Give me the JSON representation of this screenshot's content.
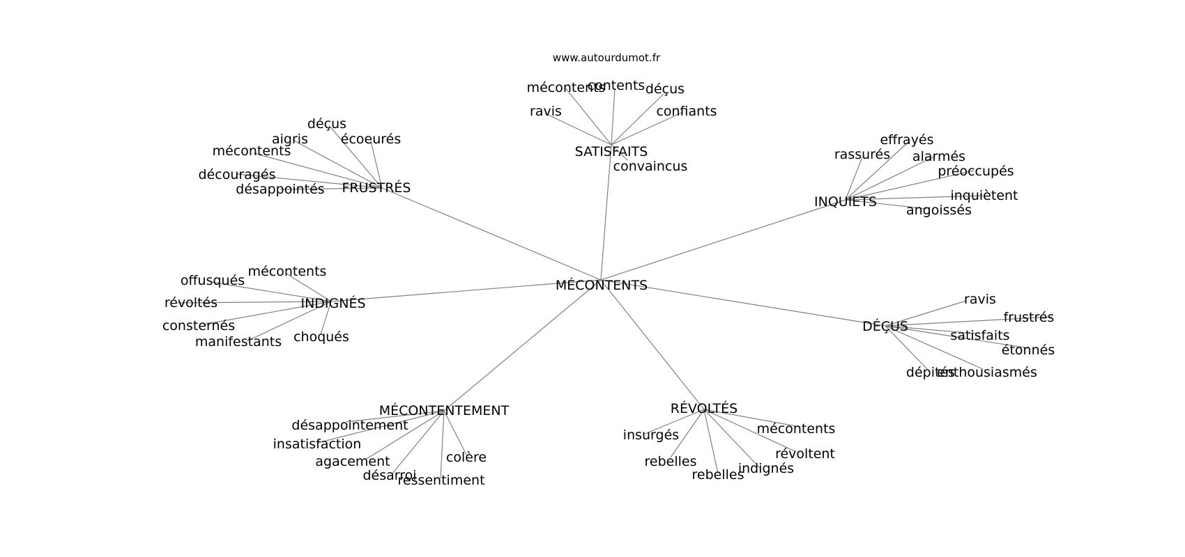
{
  "source": "www.autourdumot.fr",
  "center": "MÉCONTENTS",
  "hubs": [
    {
      "id": "satisfaits",
      "label": "SATISFAITS",
      "leaves": [
        "mécontents",
        "contents",
        "déçus",
        "ravis",
        "confiants",
        "convaincus"
      ]
    },
    {
      "id": "frustres",
      "label": "FRUSTRÉS",
      "leaves": [
        "déçus",
        "aigris",
        "écoeurés",
        "mécontents",
        "découragés",
        "désappointés"
      ]
    },
    {
      "id": "inquiets",
      "label": "INQUIETS",
      "leaves": [
        "effrayés",
        "rassurés",
        "alarmés",
        "préoccupés",
        "inquiètent",
        "angoissés"
      ]
    },
    {
      "id": "indignes",
      "label": "INDIGNÉS",
      "leaves": [
        "mécontents",
        "offusqués",
        "révoltés",
        "consternés",
        "manifestants",
        "choqués"
      ]
    },
    {
      "id": "decus",
      "label": "DÉÇUS",
      "leaves": [
        "ravis",
        "frustrés",
        "satisfaits",
        "étonnés",
        "dépités",
        "enthousiasmés"
      ]
    },
    {
      "id": "mecontentement",
      "label": "MÉCONTENTEMENT",
      "leaves": [
        "désappointement",
        "insatisfaction",
        "agacement",
        "colère",
        "désarroi",
        "ressentiment"
      ]
    },
    {
      "id": "revoltes",
      "label": "RÉVOLTÉS",
      "leaves": [
        "insurgés",
        "mécontents",
        "révoltent",
        "rebelles",
        "rebelles",
        "indignés"
      ]
    }
  ]
}
